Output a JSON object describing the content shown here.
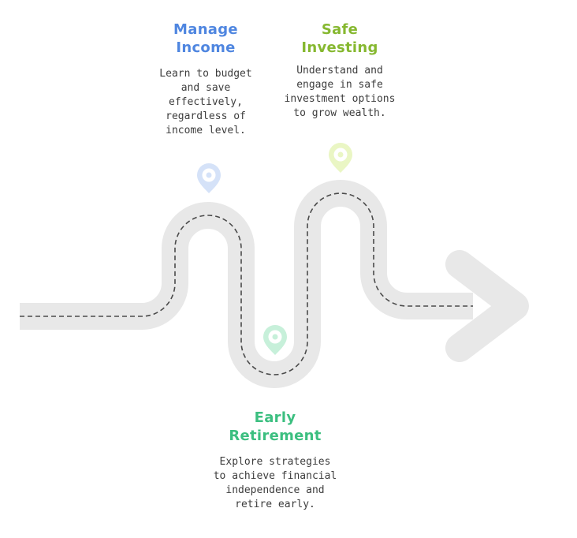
{
  "colors": {
    "road": "#e8e8e8",
    "dash": "#4a4a4a",
    "manage_income": "#4f86e0",
    "safe_investing": "#86b830",
    "early_retirement": "#3cbf80",
    "pin_manage_income": "#d5e2f8",
    "pin_safe_investing": "#eaf6c4",
    "pin_early_retirement": "#c7f0da"
  },
  "icons": {
    "pin": "map-pin-icon",
    "arrow": "arrow-head-icon"
  },
  "milestones": {
    "manage_income": {
      "title": "Manage Income",
      "description": "Learn to budget and save effectively, regardless of income level."
    },
    "safe_investing": {
      "title": "Safe Investing",
      "description": "Understand and engage in safe investment options to grow wealth."
    },
    "early_retirement": {
      "title": "Early Retirement",
      "description": "Explore strategies to achieve financial independence and retire early."
    }
  }
}
